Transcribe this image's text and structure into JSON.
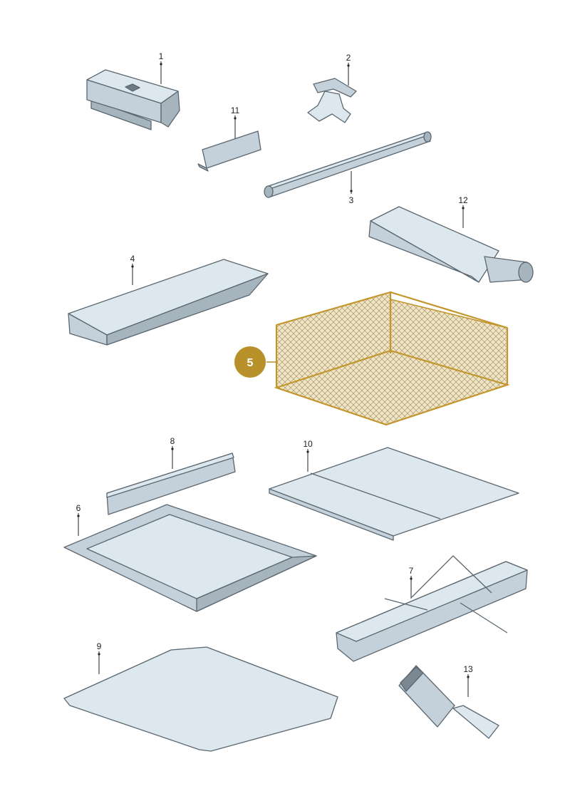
{
  "diagram": {
    "callouts": [
      {
        "id": "1",
        "label": "1"
      },
      {
        "id": "2",
        "label": "2"
      },
      {
        "id": "3",
        "label": "3"
      },
      {
        "id": "4",
        "label": "4"
      },
      {
        "id": "6",
        "label": "6"
      },
      {
        "id": "7",
        "label": "7"
      },
      {
        "id": "8",
        "label": "8"
      },
      {
        "id": "9",
        "label": "9"
      },
      {
        "id": "10",
        "label": "10"
      },
      {
        "id": "11",
        "label": "11"
      },
      {
        "id": "12",
        "label": "12"
      },
      {
        "id": "13",
        "label": "13"
      }
    ],
    "highlighted_callout": {
      "label": "5",
      "color": "#b8912a"
    },
    "colors": {
      "part_light": "#dde7ee",
      "part_mid": "#c4d1da",
      "part_dark": "#a6b4be",
      "outline": "#5a6670",
      "highlight": "#c2962c"
    }
  }
}
